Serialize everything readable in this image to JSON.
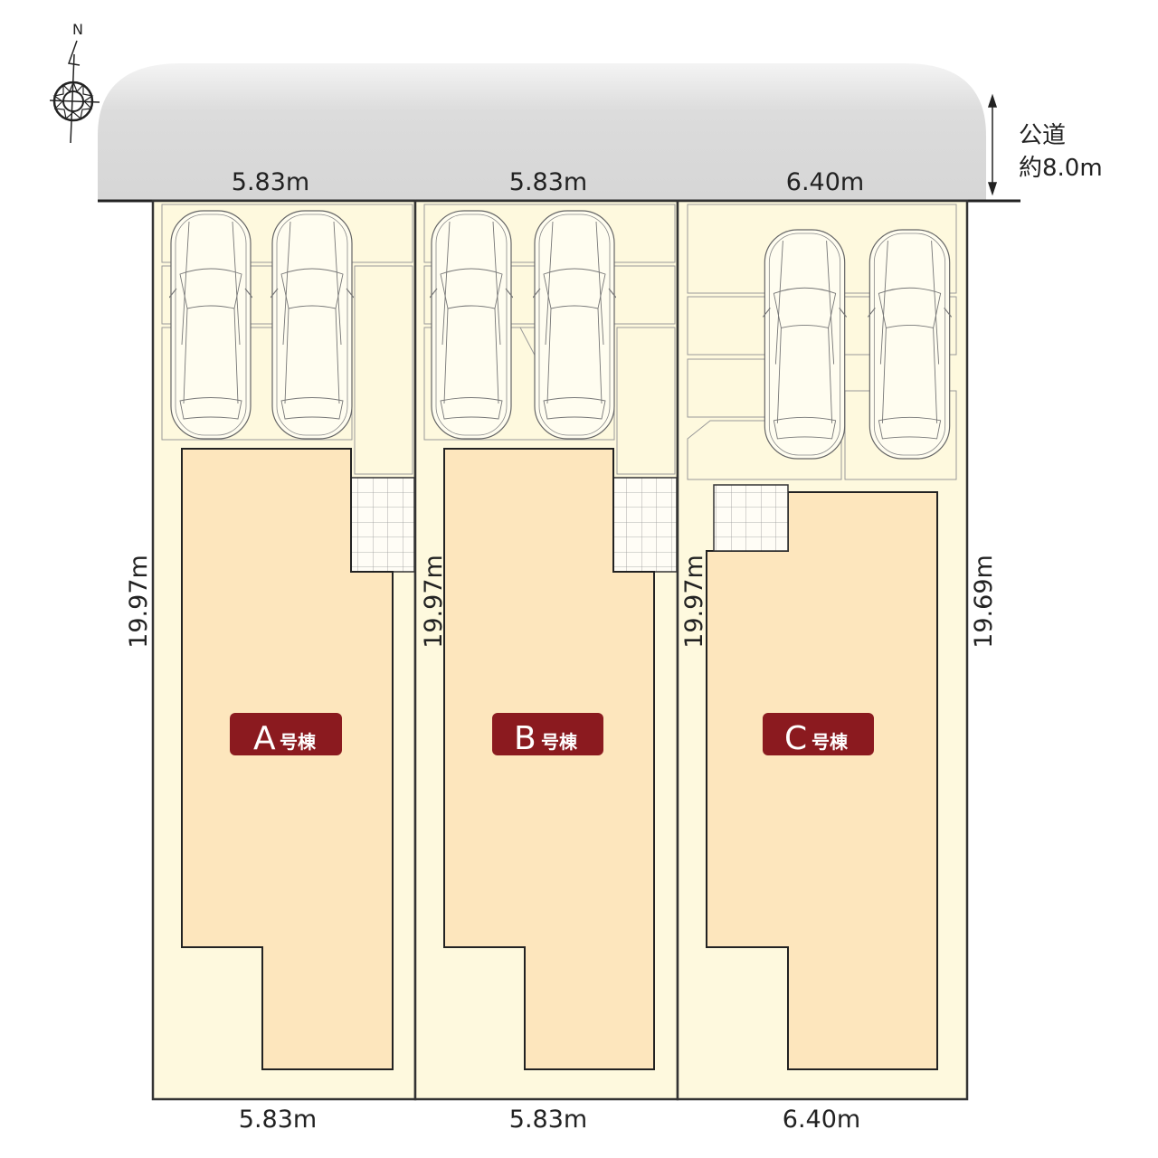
{
  "compass": {
    "north_label": "N"
  },
  "road": {
    "line1": "公道",
    "line2": "約8.0m"
  },
  "colors": {
    "lot": "#fef9de",
    "house": "#fde6bd",
    "label_bg": "#8b1a1f",
    "road": "#d9d9d9"
  },
  "lots": [
    {
      "name": "A",
      "suffix": "号棟",
      "top_width": "5.83m",
      "bottom_width": "5.83m",
      "depth": "19.97m"
    },
    {
      "name": "B",
      "suffix": "号棟",
      "top_width": "5.83m",
      "bottom_width": "5.83m",
      "depth": "19.97m"
    },
    {
      "name": "C",
      "suffix": "号棟",
      "top_width": "6.40m",
      "bottom_width": "6.40m",
      "depth": "19.97m",
      "right_depth": "19.69m"
    }
  ]
}
